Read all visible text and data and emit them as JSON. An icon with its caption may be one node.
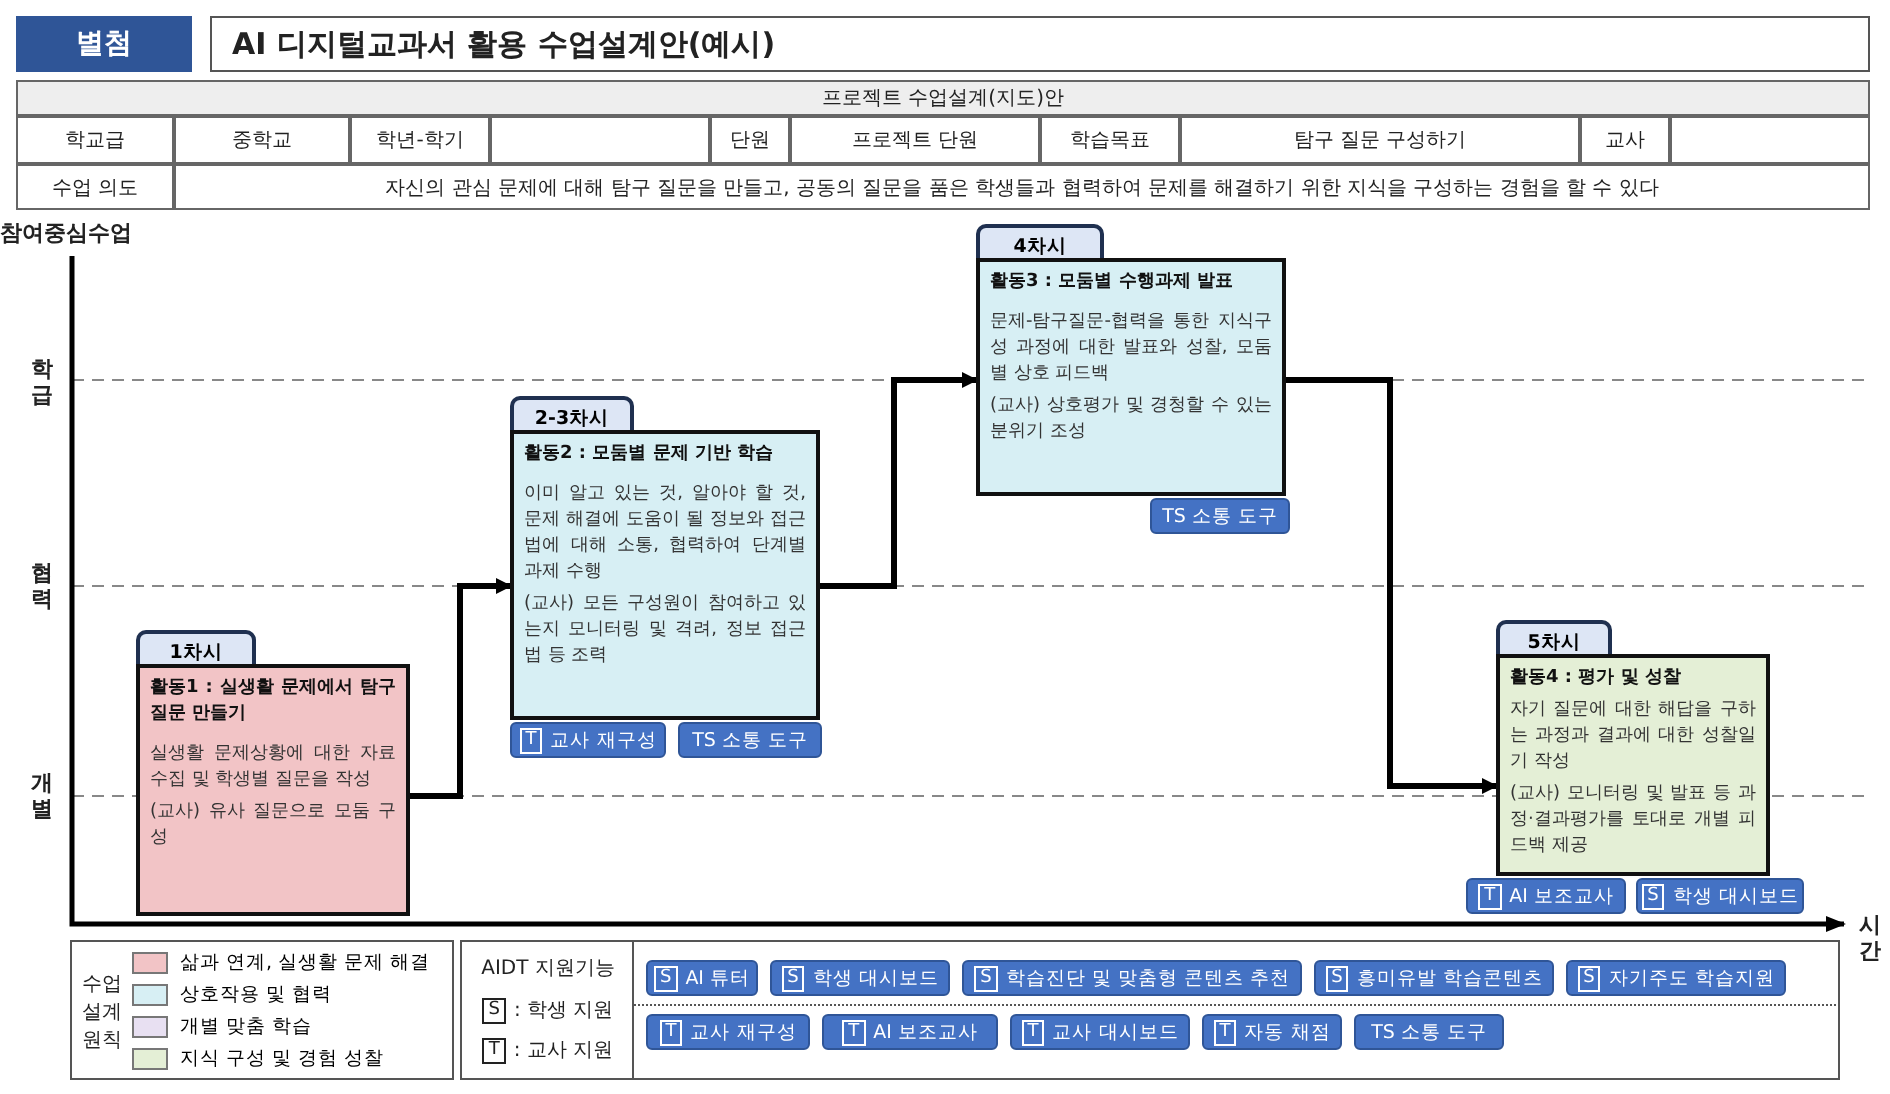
{
  "diagram": {
    "title": "AI 디지털교과서 활용 수업설계안(예시)",
    "nodes": [
      {
        "text": [
          "1차시",
          "활동1 : 실생활 문제에서 탐구 질문 만들기",
          "실생활 문제상황에 대한 자료수집 및 학생별 질문을 작성",
          "(교사) 유사 질문으로 모둠 구성"
        ]
      },
      {
        "text": [
          "2-3차시",
          "활동2 : 모둠별 문제 기반 학습",
          "이미 알고 있는 것, 알아야 할 것, 문제 해결에 도움이 될 정보와 접근법에 대해 소통, 협력하여 단계별 과제 수행",
          "(교사) 모든 구성원이 참여하고 있는지 모니터링 및 격려, 정보 접근법 등 조력"
        ],
        "beside": [
          "T 교사 재구성",
          "TS 소통 도구"
        ]
      },
      {
        "text": [
          "4차시",
          "활동3 : 모둠별 수행과제 발표",
          "문제-탐구질문-협력을 통한 지식구성 과정에 대한 발표와 성찰, 모둠별 상호 피드백",
          "(교사) 상호평가 및 경청할 수 있는 분위기 조성"
        ],
        "beside": [
          "TS 소통 도구"
        ]
      },
      {
        "text": [
          "5차시",
          "활동4 : 평가 및 성찰",
          "자기 질문에 대한 해답을 구하는 과정과 결과에 대한 성찰일기 작성",
          "(교사) 모니터링 및 발표 등 과정·결과평가를 토대로 개별 피드백 제공"
        ],
        "beside": [
          "T AI 보조교사",
          "S 학생 대시보드"
        ]
      }
    ],
    "edges": [
      {
        "from": 0,
        "to": 1,
        "arrow": "to"
      },
      {
        "from": 1,
        "to": 2,
        "arrow": "to"
      },
      {
        "from": 2,
        "to": 3,
        "arrow": "to"
      }
    ],
    "labels": [
      "별첨",
      "프로젝트 수업설계(지도)안",
      "학교급",
      "중학교",
      "학년-학기",
      "단원",
      "프로젝트 단원",
      "학습목표",
      "탐구 질문 구성하기",
      "교사",
      "수업 의도",
      "자신의 관심 문제에 대해 탐구 질문을 만들고, 공동의 질문을 품은 학생들과 협력하여 문제를 해결하기 위한 지식을 구성하는 경험을 할 수 있다",
      "참여중심수업",
      "학급",
      "협력",
      "개별",
      "시간",
      "수업 설계 원칙",
      "AIDT 지원기능",
      "S : 학생 지원",
      "T : 교사 지원",
      "S AI 튜터",
      "S 학생 대시보드",
      "S 학습진단 및 맞춤형 콘텐츠 추천",
      "S 흥미유발 학습콘텐츠",
      "S 자기주도 학습지원",
      "T 교사 재구성",
      "T AI 보조교사",
      "T 교사 대시보드",
      "T 자동 채점",
      "TS 소통 도구"
    ],
    "legend": [
      {
        "text": "삶과 연계, 실생활 문제 해결",
        "color": "#f2c4c6"
      },
      {
        "text": "상호작용 및 협력",
        "color": "#d7eff4"
      },
      {
        "text": "개별 맞춤 학습",
        "color": "#e8e0f2"
      },
      {
        "text": "지식 구성 및 경험 성찰",
        "color": "#e4efd6"
      }
    ]
  }
}
